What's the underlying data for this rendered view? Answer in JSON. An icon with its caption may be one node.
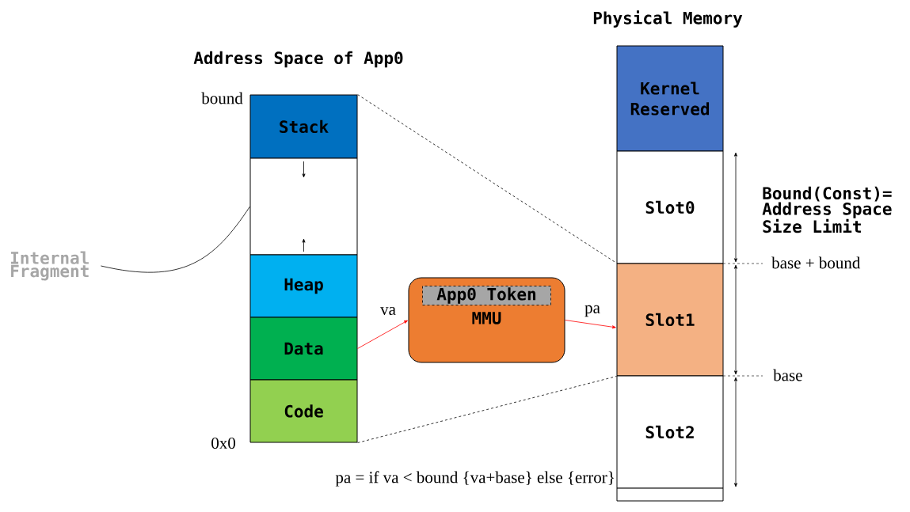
{
  "diagram": {
    "nodes": [
      {
        "text": [
          "Stack"
        ]
      },
      {
        "text": [],
        "shape": "box"
      },
      {
        "text": [
          "Heap"
        ]
      },
      {
        "text": [
          "Data"
        ]
      },
      {
        "text": [
          "Code"
        ]
      },
      {
        "text": [
          "Internal Fragment"
        ]
      },
      {
        "text": [
          "MMU"
        ]
      },
      {
        "text": [
          "App0 Token"
        ],
        "in": 6
      },
      {
        "text": [
          "Kernel Reserved"
        ]
      },
      {
        "text": [
          "Slot0"
        ]
      },
      {
        "text": [
          "Slot1"
        ]
      },
      {
        "text": [
          "Slot2"
        ]
      },
      {
        "text": [],
        "shape": "box"
      }
    ],
    "edges": [
      {
        "from": 3,
        "to": 6,
        "arrow": "to",
        "label": "va",
        "color": "#ff0000"
      },
      {
        "from": 6,
        "to": 10,
        "arrow": "to",
        "label": "pa",
        "color": "#ff0000"
      },
      {
        "from": 5,
        "to": 1,
        "arrow": "none"
      },
      {
        "from": 0,
        "to": 10,
        "arrow": "none",
        "style": "dashed"
      },
      {
        "from": 4,
        "to": 10,
        "arrow": "none",
        "style": "dashed"
      }
    ],
    "labels": [
      "Physical Memory",
      "Address Space of App0",
      "bound",
      "Bound(Const)= Address Space Size Limit",
      "base + bound",
      "base",
      "0x0",
      "pa = if va < bound {va+base} else {error}"
    ]
  }
}
